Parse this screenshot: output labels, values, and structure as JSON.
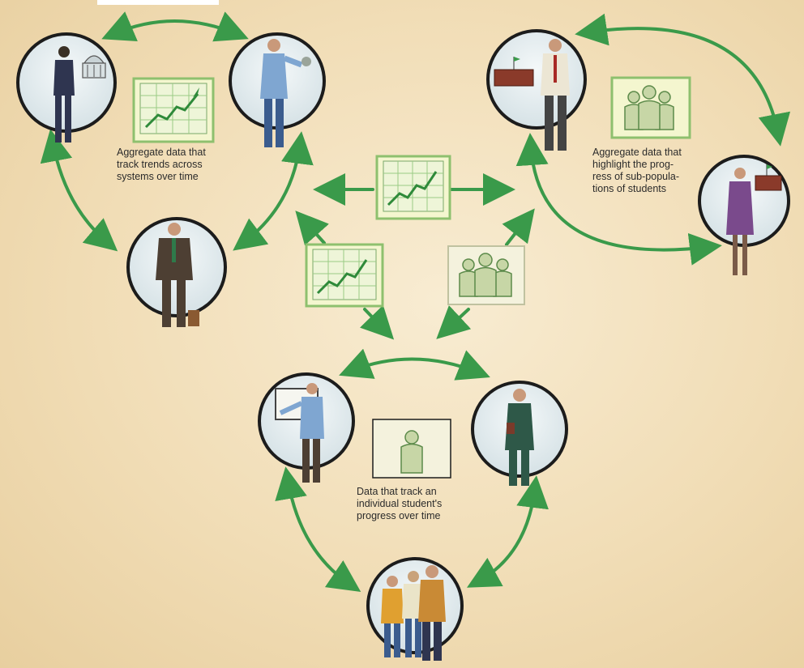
{
  "captions": {
    "trends": "Aggregate data that\ntrack trends across\nsystems over time",
    "subpopulations": "Aggregate data that\nhighlight the prog-\nress of sub-popula-\ntions of students",
    "individual": "Data that track an\nindividual student's\nprogress over time"
  },
  "colors": {
    "arrow": "#3a9a4a",
    "icon_bg": "#f2f5d8",
    "icon_border": "#7fbf6a",
    "circle_fill": "#e6eef0",
    "circle_stroke": "#1c1c1c"
  }
}
